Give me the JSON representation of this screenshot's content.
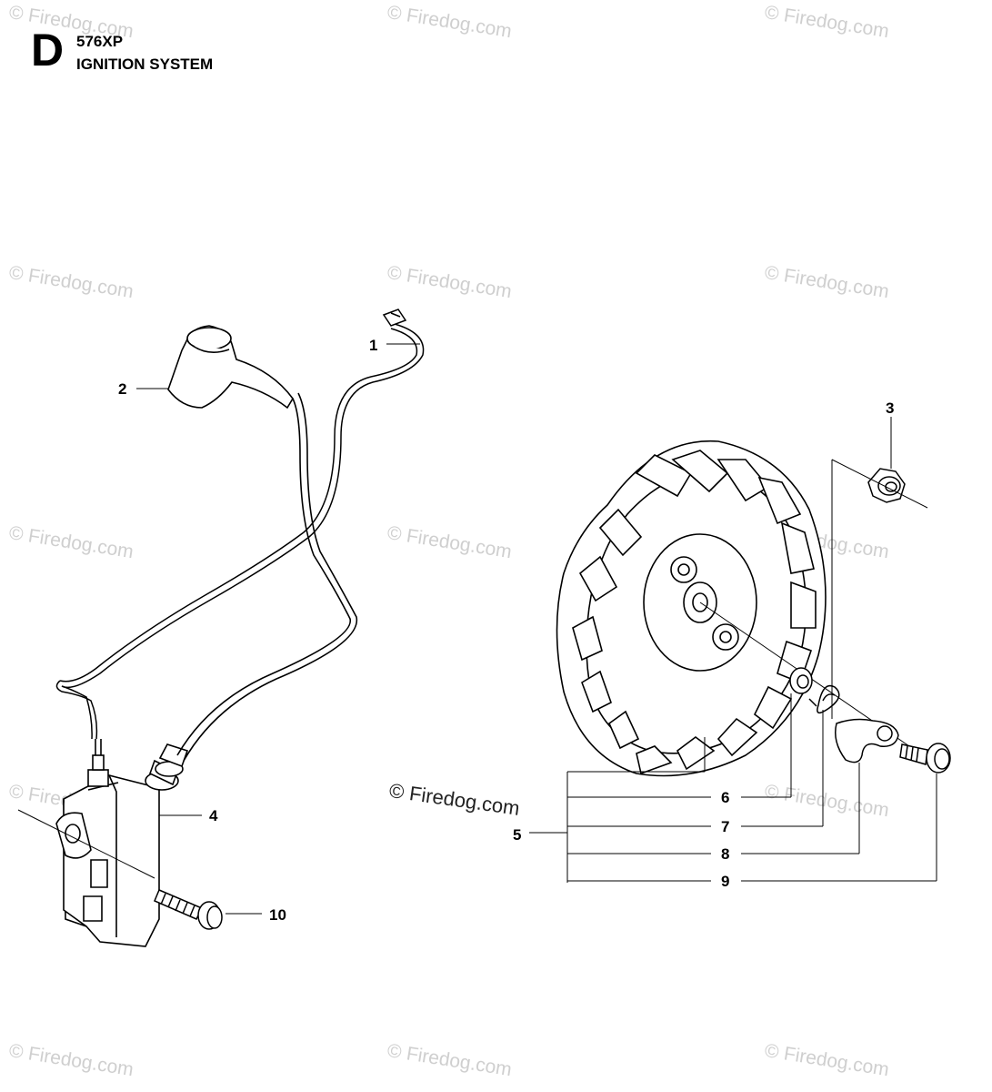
{
  "header": {
    "section_letter": "D",
    "model": "576XP",
    "title": "IGNITION SYSTEM"
  },
  "watermark": {
    "text": "© Firedog.com"
  },
  "callouts": {
    "c1": "1",
    "c2": "2",
    "c3": "3",
    "c4": "4",
    "c5": "5",
    "c6": "6",
    "c7": "7",
    "c8": "8",
    "c9": "9",
    "c10": "10"
  }
}
